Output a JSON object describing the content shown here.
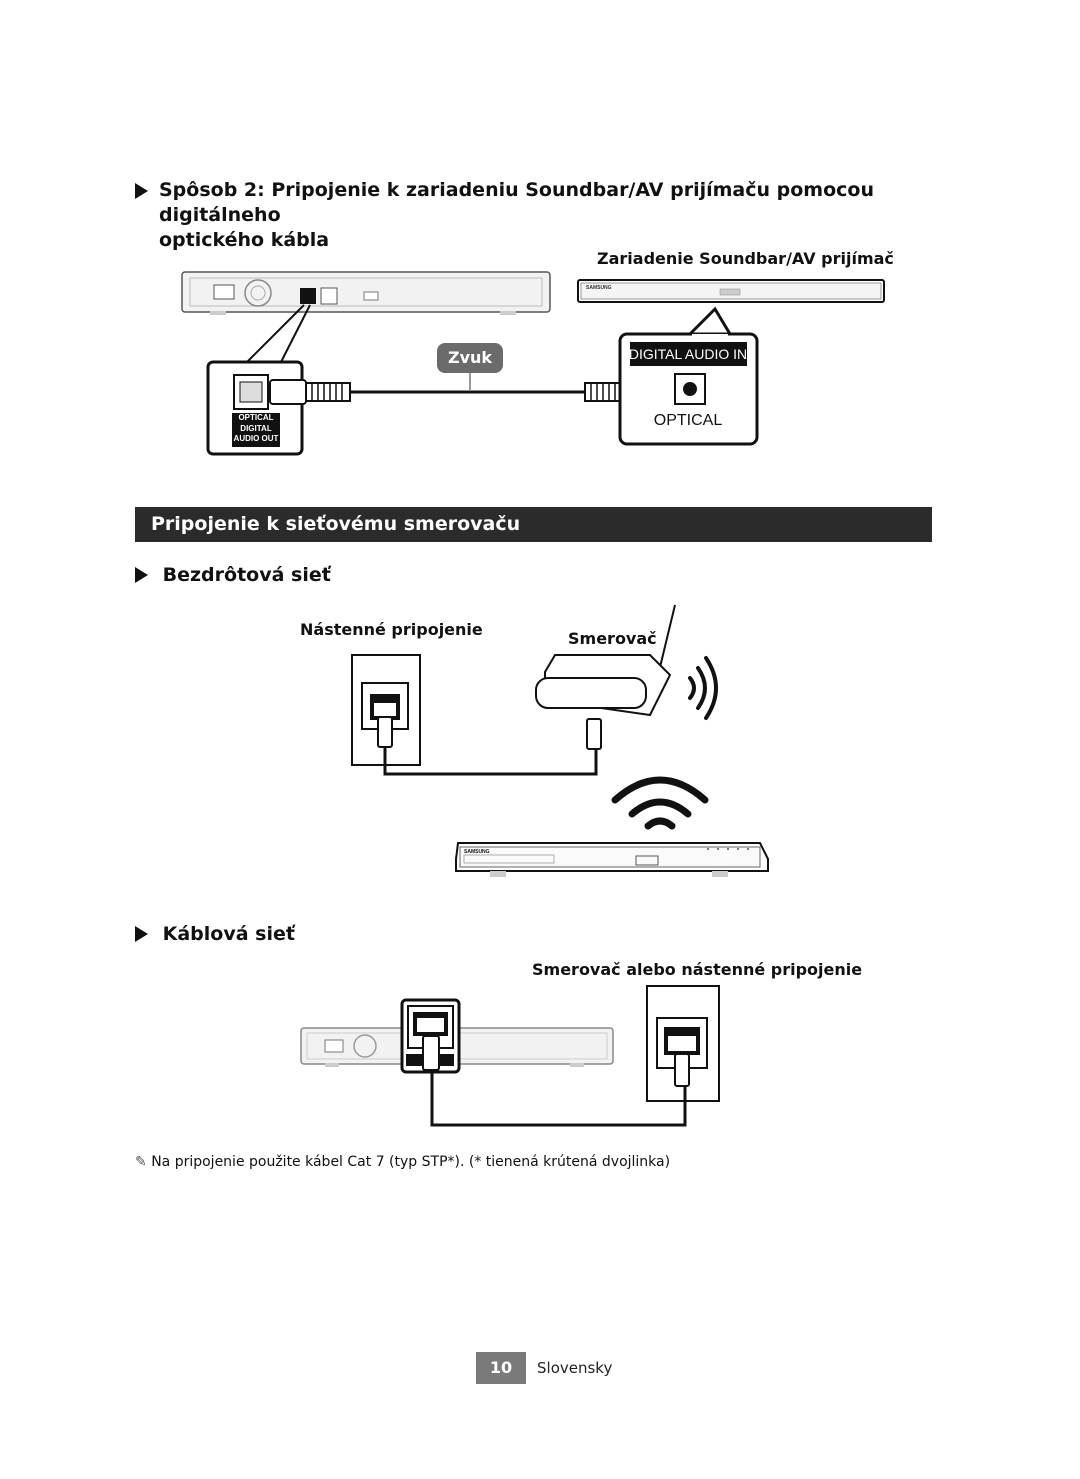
{
  "method2": {
    "heading_line1": "Spôsob 2: Pripojenie k zariadeniu Soundbar/AV prijímaču pomocou digitálneho",
    "heading_line2": "optického kábla",
    "device_label": "Zariadenie Soundbar/AV prijímač",
    "cable_label": "Zvuk",
    "player_port_lines": [
      "OPTICAL",
      "DIGITAL",
      "AUDIO OUT"
    ],
    "receiver_port_top": "DIGITAL AUDIO IN",
    "receiver_port_bottom": "OPTICAL",
    "soundbar_brand": "SAMSUNG"
  },
  "network": {
    "section_title": "Pripojenie k sieťovému smerovaču",
    "wireless": {
      "heading": "Bezdrôtová sieť",
      "wall_label": "Nástenné pripojenie",
      "router_label": "Smerovač",
      "player_brand": "SAMSUNG"
    },
    "wired": {
      "heading": "Káblová sieť",
      "target_label": "Smerovač alebo nástenné pripojenie"
    },
    "note": "Na pripojenie použite kábel Cat 7 (typ STP*). (* tienená krútená dvojlinka)"
  },
  "footer": {
    "page_number": "10",
    "language": "Slovensky"
  },
  "colors": {
    "section_bar": "#2b2b2b",
    "cable_badge": "#6b6b6b",
    "page_badge": "#7a7a7a"
  }
}
